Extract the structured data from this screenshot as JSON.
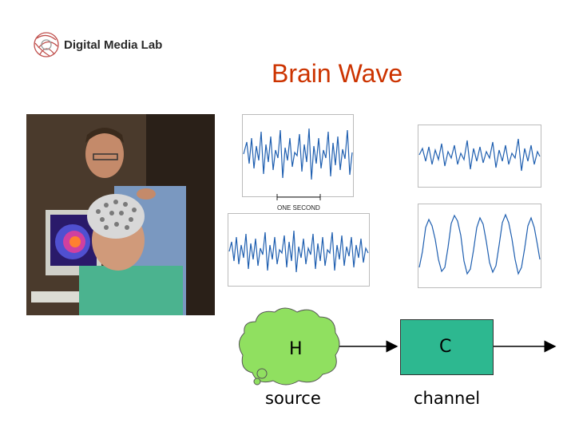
{
  "header": {
    "logo_text": "Digital Media Lab",
    "title": "Brain Wave"
  },
  "figures": {
    "photo_icon": "eeg-photo-icon",
    "scale_label": "ONE SECOND"
  },
  "diagram": {
    "source_symbol": "H",
    "source_label": "source",
    "channel_symbol": "C",
    "channel_label": "channel"
  },
  "colors": {
    "title": "#cc3300",
    "wave": "#1f5fb0",
    "cloud": "#90e060",
    "channel": "#2db890"
  }
}
